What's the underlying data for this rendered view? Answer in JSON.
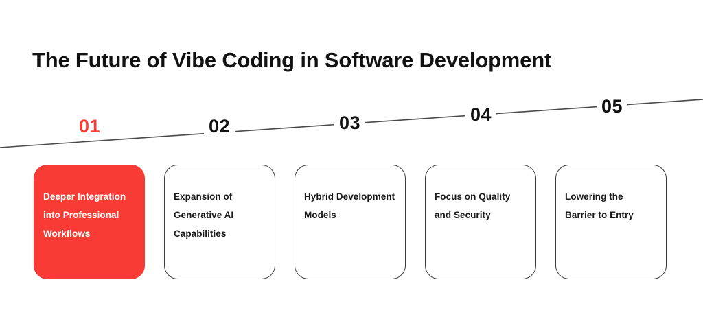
{
  "title": "The Future of Vibe Coding in Software Development",
  "theme": {
    "accent": "#f93b36",
    "text": "#111111",
    "card_border": "#3b3b3b",
    "background": "#ffffff",
    "line": "#4a4a4a"
  },
  "timeline": {
    "line_label": "diagonal-progress-line",
    "steps": [
      {
        "number": "01",
        "active": true
      },
      {
        "number": "02",
        "active": false
      },
      {
        "number": "03",
        "active": false
      },
      {
        "number": "04",
        "active": false
      },
      {
        "number": "05",
        "active": false
      }
    ]
  },
  "cards": [
    {
      "text": "Deeper Integration into Professional Workflows",
      "active": true
    },
    {
      "text": "Expansion of Generative AI Capabilities",
      "active": false
    },
    {
      "text": "Hybrid Development Models",
      "active": false
    },
    {
      "text": "Focus on Quality and Security",
      "active": false
    },
    {
      "text": "Lowering the Barrier to Entry",
      "active": false
    }
  ]
}
